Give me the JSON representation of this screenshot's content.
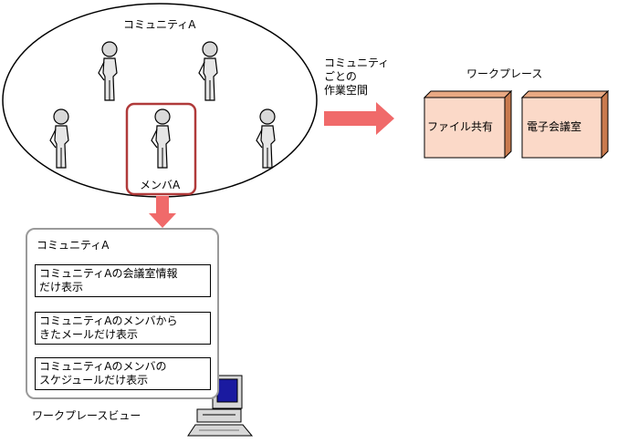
{
  "community": {
    "title": "コミュニティA",
    "member_label": "メンバA"
  },
  "workspace_arrow_label": [
    "コミュニティ",
    "ごとの",
    "作業空間"
  ],
  "workplace": {
    "title": "ワークプレース",
    "boxes": [
      "ファイル共有",
      "電子会議室"
    ]
  },
  "view": {
    "header": "コミュニティA",
    "items": [
      [
        "コミュニティAの会議室情報",
        "だけ表示"
      ],
      [
        "コミュニティAのメンバから",
        "きたメールだけ表示"
      ],
      [
        "コミュニティAのメンバの",
        "スケジュールだけ表示"
      ]
    ],
    "caption": "ワークプレースビュー"
  },
  "colors": {
    "arrow": "#f06a6a",
    "highlight_border": "#b03a3a",
    "workplace_bg": "#f3f1b8",
    "box_face": "#fbd9c8",
    "box_side": "#c97a4e"
  }
}
